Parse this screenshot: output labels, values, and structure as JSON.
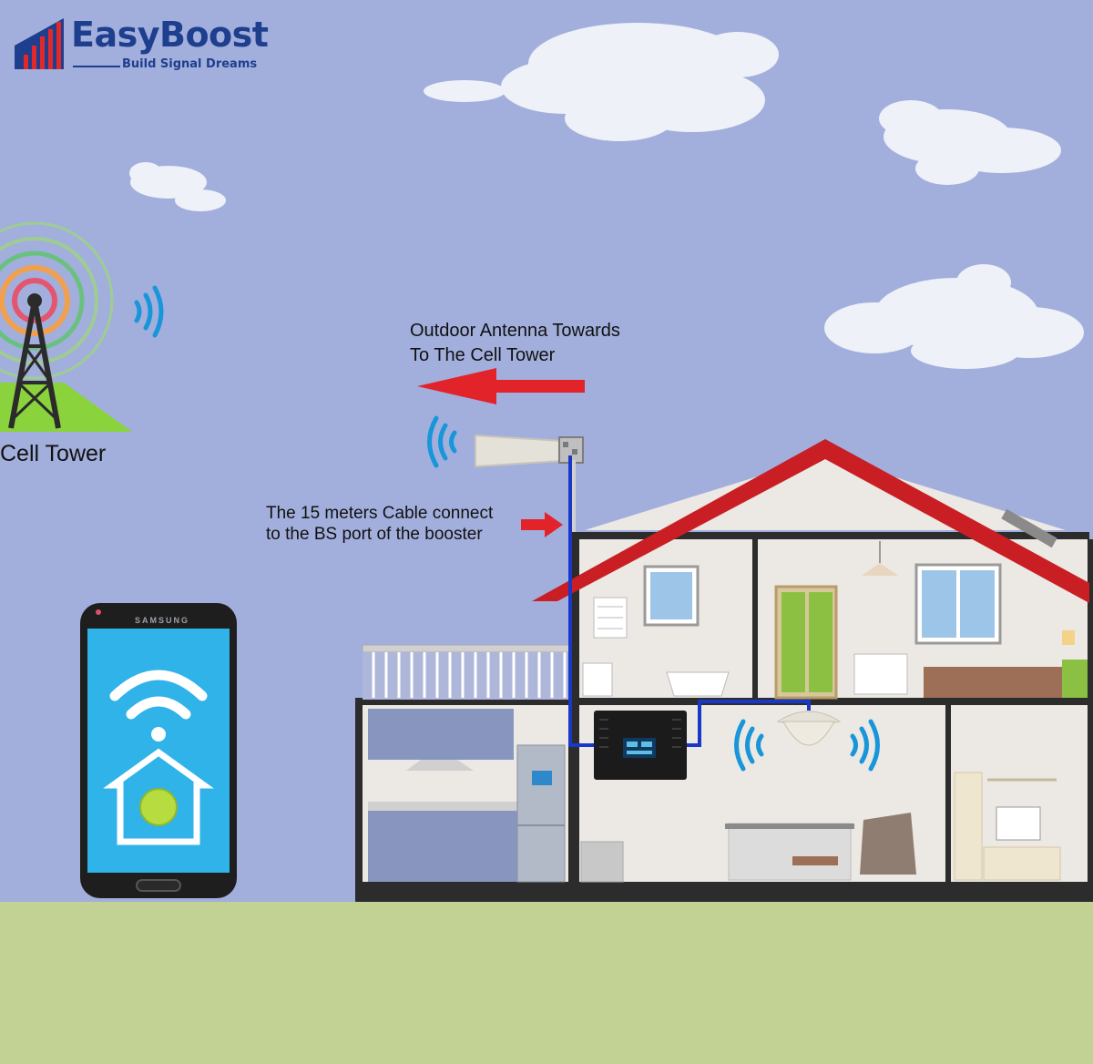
{
  "brand": {
    "name": "EasyBoost",
    "tagline": "Build Signal Dreams",
    "logo_icon": "signal-bars-icon",
    "colors": {
      "primary": "#1d3f8e",
      "bars": "#e3282b"
    }
  },
  "labels": {
    "antenna_line1": "Outdoor Antenna Towards",
    "antenna_line2": "To The Cell Tower",
    "cable_line1": "The 15 meters Cable connect",
    "cable_line2": "to the BS port of the booster",
    "cell_tower": "Cell Tower",
    "phone_brand": "SAMSUNG"
  },
  "colors": {
    "sky": "#a2afdc",
    "ground": "#c1d294",
    "roof": "#c81e24",
    "arrow": "#e3232a",
    "cable": "#1a38c8",
    "signal": "#1896d9"
  },
  "icons": {
    "tower_signal": "signal-waves-icon",
    "antenna_signal": "signal-waves-icon",
    "indoor_signal": "signal-waves-icon",
    "phone_wifi": "wifi-icon",
    "phone_home": "home-icon"
  }
}
